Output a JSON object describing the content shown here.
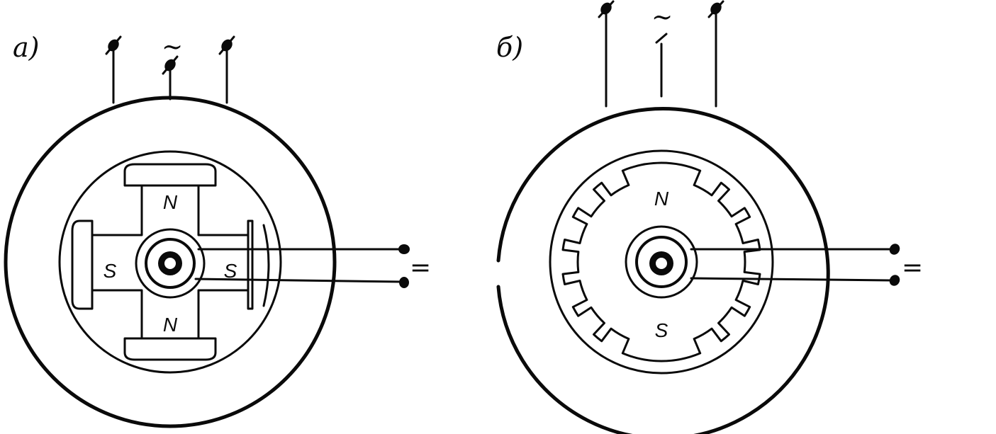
{
  "figure_a": {
    "label": "а)",
    "ac_symbol": "~",
    "dc_symbol": "=",
    "poles": {
      "top": "N",
      "bottom": "N",
      "left": "S",
      "right": "S"
    }
  },
  "figure_b": {
    "label": "б)",
    "ac_symbol": "~",
    "dc_symbol": "=",
    "poles": {
      "top": "N",
      "bottom": "S"
    }
  },
  "colors": {
    "ink": "#0a0a0a",
    "background": "#ffffff"
  }
}
